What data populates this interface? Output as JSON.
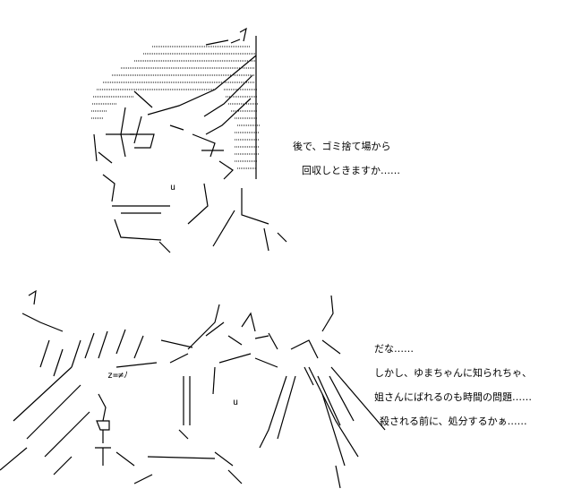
{
  "dialogue": {
    "top": [
      "後で、ゴミ捨て場から",
      "回収しときますか……"
    ],
    "bottom": [
      "だな……",
      "しかし、ゆまちゃんに知られちゃ、",
      "姐さんにばれるのも時間の問題……",
      "殺される前に、処分するかぁ……"
    ]
  },
  "colors": {
    "ink": "#000000",
    "background": "#ffffff"
  }
}
